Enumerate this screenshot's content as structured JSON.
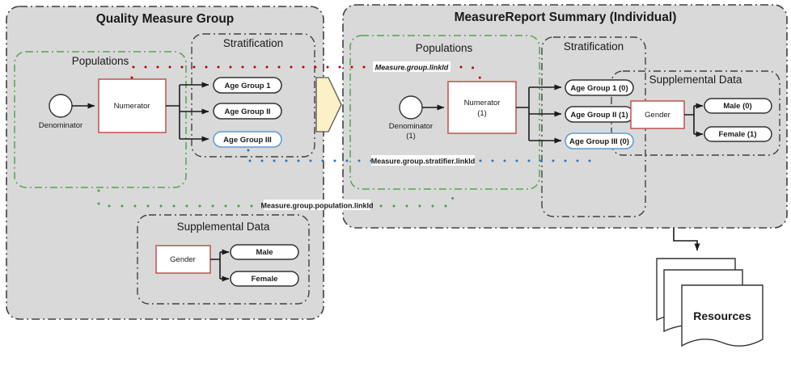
{
  "colors": {
    "canvas_gray": "#d9d9d9",
    "red_link": "#c00000",
    "blue_link": "#2e75b6",
    "green_link": "#3fa33f",
    "red_box_border": "#c0504d",
    "blue_box_border": "#5b9bd5",
    "green_box_border": "#54a354",
    "chevron_fill": "#fbf0c6"
  },
  "left_group": {
    "title": "Quality Measure Group",
    "populations": {
      "label": "Populations",
      "denominator_label": "Denominator",
      "numerator_label": "Numerator"
    },
    "stratification": {
      "label": "Stratification",
      "age_groups": [
        "Age Group 1",
        "Age Group II",
        "Age Group III"
      ]
    },
    "supplemental": {
      "label": "Supplemental Data",
      "gender_label": "Gender",
      "categories": [
        "Male",
        "Female"
      ]
    }
  },
  "right_group": {
    "title": "MeasureReport Summary (Individual)",
    "populations": {
      "label": "Populations",
      "denominator_label": "Denominator",
      "denominator_count": "(1)",
      "numerator_label": "Numerator",
      "numerator_count": "(1)"
    },
    "stratification": {
      "label": "Stratification",
      "age_groups": [
        "Age Group 1 (0)",
        "Age Group II (1)",
        "Age Group III (0)"
      ]
    },
    "supplemental": {
      "label": "Supplemental Data",
      "gender_label": "Gender",
      "categories": [
        "Male (0)",
        "Female (1)"
      ]
    }
  },
  "link_annotations": {
    "group_linkid": "Measure.group.linkId",
    "stratifier_linkid": "Measure.group.stratifier.linkId",
    "population_linkid": "Measure.group.population.linkId"
  },
  "resources": {
    "label": "Resources"
  }
}
